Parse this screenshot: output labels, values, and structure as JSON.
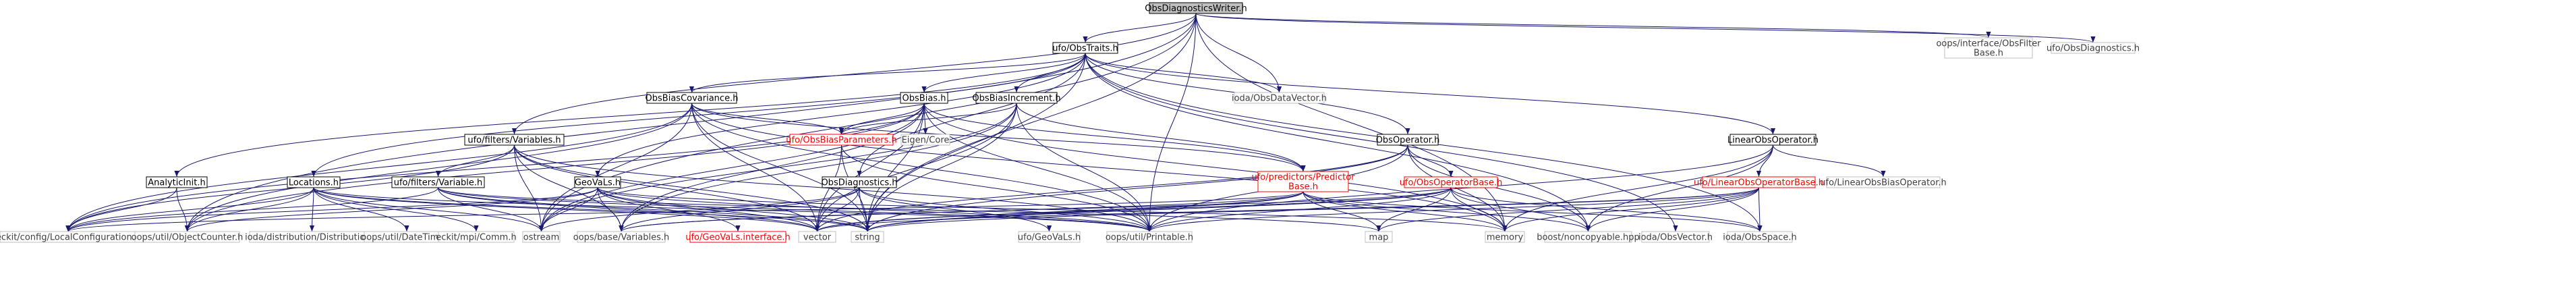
{
  "colors": {
    "root_fill": "#bfbfbf",
    "node_fill": "#ffffff",
    "border_dark": "#000000",
    "border_light": "#bfbfbf",
    "border_red": "#ff0000",
    "text_dark": "#000000",
    "text_grey": "#404040",
    "text_red": "#ff0000",
    "edge": "#191970"
  },
  "nodes": [
    {
      "id": "root",
      "lines": [
        "ObsDiagnosticsWriter.h"
      ],
      "style": "root"
    },
    {
      "id": "obstraits",
      "lines": [
        "ufo/ObsTraits.h"
      ],
      "style": "dark"
    },
    {
      "id": "obsfilterbase",
      "lines": [
        "oops/interface/ObsFilter",
        "Base.h"
      ],
      "style": "light"
    },
    {
      "id": "ufoobsdiag",
      "lines": [
        "ufo/ObsDiagnostics.h"
      ],
      "style": "light"
    },
    {
      "id": "obsbiascov",
      "lines": [
        "ObsBiasCovariance.h"
      ],
      "style": "dark"
    },
    {
      "id": "obsbias",
      "lines": [
        "ObsBias.h"
      ],
      "style": "dark"
    },
    {
      "id": "obsbiasinc",
      "lines": [
        "ObsBiasIncrement.h"
      ],
      "style": "dark"
    },
    {
      "id": "iodadatavec",
      "lines": [
        "ioda/ObsDataVector.h"
      ],
      "style": "light"
    },
    {
      "id": "linearobsop",
      "lines": [
        "LinearObsOperator.h"
      ],
      "style": "dark"
    },
    {
      "id": "filtersvars",
      "lines": [
        "ufo/filters/Variables.h"
      ],
      "style": "dark"
    },
    {
      "id": "obsbiasparams",
      "lines": [
        "ufo/ObsBiasParameters.h"
      ],
      "style": "red"
    },
    {
      "id": "eigencore",
      "lines": [
        "Eigen/Core"
      ],
      "style": "light"
    },
    {
      "id": "obsoperator",
      "lines": [
        "ObsOperator.h"
      ],
      "style": "dark"
    },
    {
      "id": "analyticinit",
      "lines": [
        "AnalyticInit.h"
      ],
      "style": "dark"
    },
    {
      "id": "locations",
      "lines": [
        "Locations.h"
      ],
      "style": "dark"
    },
    {
      "id": "filtersvariable",
      "lines": [
        "ufo/filters/Variable.h"
      ],
      "style": "dark"
    },
    {
      "id": "geovals",
      "lines": [
        "GeoVaLs.h"
      ],
      "style": "dark"
    },
    {
      "id": "obsdiagnostics",
      "lines": [
        "ObsDiagnostics.h"
      ],
      "style": "dark"
    },
    {
      "id": "predictorbase",
      "lines": [
        "ufo/predictors/Predictor",
        "Base.h"
      ],
      "style": "red"
    },
    {
      "id": "obsopbase",
      "lines": [
        "ufo/ObsOperatorBase.h"
      ],
      "style": "red"
    },
    {
      "id": "linobsopbase",
      "lines": [
        "ufo/LinearObsOperatorBase.h"
      ],
      "style": "red"
    },
    {
      "id": "linobsbiasop",
      "lines": [
        "ufo/LinearObsBiasOperator.h"
      ],
      "style": "light"
    },
    {
      "id": "localconfig",
      "lines": [
        "eckit/config/LocalConfiguration.h"
      ],
      "style": "light"
    },
    {
      "id": "objectcounter",
      "lines": [
        "oops/util/ObjectCounter.h"
      ],
      "style": "light"
    },
    {
      "id": "distribution",
      "lines": [
        "ioda/distribution/Distribution.h"
      ],
      "style": "light"
    },
    {
      "id": "datetime",
      "lines": [
        "oops/util/DateTime.h"
      ],
      "style": "light"
    },
    {
      "id": "comm",
      "lines": [
        "eckit/mpi/Comm.h"
      ],
      "style": "light"
    },
    {
      "id": "ostream",
      "lines": [
        "ostream"
      ],
      "style": "light"
    },
    {
      "id": "oopsvariables",
      "lines": [
        "oops/base/Variables.h"
      ],
      "style": "light"
    },
    {
      "id": "geovalsinterface",
      "lines": [
        "ufo/GeoVaLs.interface.h"
      ],
      "style": "red"
    },
    {
      "id": "vector",
      "lines": [
        "vector"
      ],
      "style": "light"
    },
    {
      "id": "string",
      "lines": [
        "string"
      ],
      "style": "light"
    },
    {
      "id": "ufogeovals",
      "lines": [
        "ufo/GeoVaLs.h"
      ],
      "style": "light"
    },
    {
      "id": "printable",
      "lines": [
        "oops/util/Printable.h"
      ],
      "style": "light"
    },
    {
      "id": "map",
      "lines": [
        "map"
      ],
      "style": "light"
    },
    {
      "id": "memory",
      "lines": [
        "memory"
      ],
      "style": "light"
    },
    {
      "id": "noncopyable",
      "lines": [
        "boost/noncopyable.hpp"
      ],
      "style": "light"
    },
    {
      "id": "iodaobsvector",
      "lines": [
        "ioda/ObsVector.h"
      ],
      "style": "light"
    },
    {
      "id": "iodaobsspace",
      "lines": [
        "ioda/ObsSpace.h"
      ],
      "style": "light"
    }
  ],
  "edges": [
    [
      "root",
      "obstraits"
    ],
    [
      "root",
      "obsfilterbase"
    ],
    [
      "root",
      "ufoobsdiag"
    ],
    [
      "root",
      "iodadatavec"
    ],
    [
      "root",
      "filtersvars"
    ],
    [
      "root",
      "objectcounter"
    ],
    [
      "root",
      "ostream"
    ],
    [
      "root",
      "string"
    ],
    [
      "root",
      "printable"
    ],
    [
      "root",
      "memory"
    ],
    [
      "obstraits",
      "obsbiascov"
    ],
    [
      "obstraits",
      "obsbias"
    ],
    [
      "obstraits",
      "obsbiasinc"
    ],
    [
      "obstraits",
      "iodadatavec"
    ],
    [
      "obstraits",
      "linearobsop"
    ],
    [
      "obstraits",
      "obsoperator"
    ],
    [
      "obstraits",
      "analyticinit"
    ],
    [
      "obstraits",
      "locations"
    ],
    [
      "obstraits",
      "geovals"
    ],
    [
      "obstraits",
      "obsdiagnostics"
    ],
    [
      "obstraits",
      "string"
    ],
    [
      "obstraits",
      "iodaobsvector"
    ],
    [
      "obstraits",
      "iodaobsspace"
    ],
    [
      "obstraits",
      "noncopyable"
    ],
    [
      "obsbiascov",
      "obsbiasparams"
    ],
    [
      "obsbiascov",
      "localconfig"
    ],
    [
      "obsbiascov",
      "objectcounter"
    ],
    [
      "obsbiascov",
      "printable"
    ],
    [
      "obsbiascov",
      "memory"
    ],
    [
      "obsbiascov",
      "string"
    ],
    [
      "obsbiascov",
      "vector"
    ],
    [
      "obsbiascov",
      "predictorbase"
    ],
    [
      "obsbiascov",
      "ostream"
    ],
    [
      "obsbias",
      "obsbiasparams"
    ],
    [
      "obsbias",
      "eigencore"
    ],
    [
      "obsbias",
      "predictorbase"
    ],
    [
      "obsbias",
      "localconfig"
    ],
    [
      "obsbias",
      "objectcounter"
    ],
    [
      "obsbias",
      "printable"
    ],
    [
      "obsbias",
      "vector"
    ],
    [
      "obsbias",
      "string"
    ],
    [
      "obsbias",
      "memory"
    ],
    [
      "obsbias",
      "ostream"
    ],
    [
      "obsbias",
      "oopsvariables"
    ],
    [
      "obsbiasinc",
      "obsbiasparams"
    ],
    [
      "obsbiasinc",
      "predictorbase"
    ],
    [
      "obsbiasinc",
      "printable"
    ],
    [
      "obsbiasinc",
      "vector"
    ],
    [
      "obsbiasinc",
      "string"
    ],
    [
      "obsbiasinc",
      "ostream"
    ],
    [
      "obsbiasinc",
      "oopsvariables"
    ],
    [
      "obsbiasparams",
      "vector"
    ],
    [
      "obsbiasparams",
      "string"
    ],
    [
      "obsbiasparams",
      "printable"
    ],
    [
      "filtersvars",
      "filtersvariable"
    ],
    [
      "filtersvars",
      "localconfig"
    ],
    [
      "filtersvars",
      "oopsvariables"
    ],
    [
      "filtersvars",
      "ostream"
    ],
    [
      "filtersvars",
      "string"
    ],
    [
      "filtersvars",
      "vector"
    ],
    [
      "filtersvars",
      "printable"
    ],
    [
      "filtersvariable",
      "localconfig"
    ],
    [
      "filtersvariable",
      "ostream"
    ],
    [
      "filtersvariable",
      "string"
    ],
    [
      "filtersvariable",
      "vector"
    ],
    [
      "filtersvariable",
      "printable"
    ],
    [
      "filtersvariable",
      "map"
    ],
    [
      "analyticinit",
      "localconfig"
    ],
    [
      "analyticinit",
      "objectcounter"
    ],
    [
      "locations",
      "localconfig"
    ],
    [
      "locations",
      "objectcounter"
    ],
    [
      "locations",
      "distribution"
    ],
    [
      "locations",
      "datetime"
    ],
    [
      "locations",
      "comm"
    ],
    [
      "locations",
      "ostream"
    ],
    [
      "locations",
      "string"
    ],
    [
      "locations",
      "vector"
    ],
    [
      "locations",
      "printable"
    ],
    [
      "geovals",
      "geovalsinterface"
    ],
    [
      "geovals",
      "vector"
    ],
    [
      "geovals",
      "string"
    ],
    [
      "geovals",
      "ostream"
    ],
    [
      "geovals",
      "oopsvariables"
    ],
    [
      "geovals",
      "objectcounter"
    ],
    [
      "geovals",
      "printable"
    ],
    [
      "geovals",
      "localconfig"
    ],
    [
      "geovals",
      "memory"
    ],
    [
      "obsdiagnostics",
      "ufogeovals"
    ],
    [
      "obsdiagnostics",
      "vector"
    ],
    [
      "obsdiagnostics",
      "string"
    ],
    [
      "obsdiagnostics",
      "ostream"
    ],
    [
      "obsdiagnostics",
      "printable"
    ],
    [
      "obsdiagnostics",
      "oopsvariables"
    ],
    [
      "predictorbase",
      "vector"
    ],
    [
      "predictorbase",
      "string"
    ],
    [
      "predictorbase",
      "map"
    ],
    [
      "predictorbase",
      "memory"
    ],
    [
      "predictorbase",
      "noncopyable"
    ],
    [
      "predictorbase",
      "iodaobsspace"
    ],
    [
      "predictorbase",
      "localconfig"
    ],
    [
      "predictorbase",
      "oopsvariables"
    ],
    [
      "obsoperator",
      "obsopbase"
    ],
    [
      "obsoperator",
      "memory"
    ],
    [
      "obsoperator",
      "string"
    ],
    [
      "obsoperator",
      "vector"
    ],
    [
      "obsoperator",
      "printable"
    ],
    [
      "obsoperator",
      "noncopyable"
    ],
    [
      "obsopbase",
      "printable"
    ],
    [
      "obsopbase",
      "noncopyable"
    ],
    [
      "obsopbase",
      "map"
    ],
    [
      "obsopbase",
      "memory"
    ],
    [
      "obsopbase",
      "string"
    ],
    [
      "obsopbase",
      "vector"
    ],
    [
      "obsopbase",
      "iodaobsspace"
    ],
    [
      "obsopbase",
      "oopsvariables"
    ],
    [
      "linearobsop",
      "linobsopbase"
    ],
    [
      "linearobsop",
      "linobsbiasop"
    ],
    [
      "linearobsop",
      "memory"
    ],
    [
      "linearobsop",
      "printable"
    ],
    [
      "linearobsop",
      "noncopyable"
    ],
    [
      "linobsopbase",
      "printable"
    ],
    [
      "linobsopbase",
      "noncopyable"
    ],
    [
      "linobsopbase",
      "map"
    ],
    [
      "linobsopbase",
      "memory"
    ],
    [
      "linobsopbase",
      "string"
    ],
    [
      "linobsopbase",
      "vector"
    ],
    [
      "linobsopbase",
      "iodaobsspace"
    ]
  ]
}
